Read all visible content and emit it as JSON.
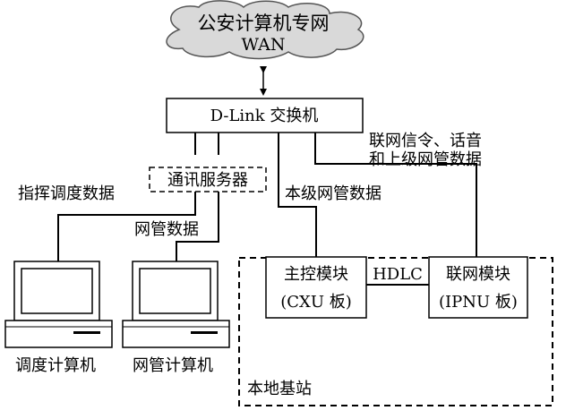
{
  "cloud": {
    "line1": "公安计算机专网",
    "line2": "WAN"
  },
  "switch": {
    "label": "D-Link 交换机"
  },
  "comm_server": {
    "label": "通讯服务器"
  },
  "labels": {
    "dispatch_data": "指挥调度数据",
    "netmgmt_data": "网管数据",
    "local_netmgmt_data": "本级网管数据",
    "signal_line1": "联网信令、话音",
    "signal_line2": "和上级网管数据",
    "hdlc": "HDLC"
  },
  "cxu": {
    "line1": "主控模块",
    "line2": "(CXU 板)"
  },
  "ipnu": {
    "line1": "联网模块",
    "line2": "(IPNU 板)"
  },
  "local_station": {
    "label": "本地基站"
  },
  "computers": [
    {
      "label": "调度计算机"
    },
    {
      "label": "网管计算机"
    }
  ]
}
